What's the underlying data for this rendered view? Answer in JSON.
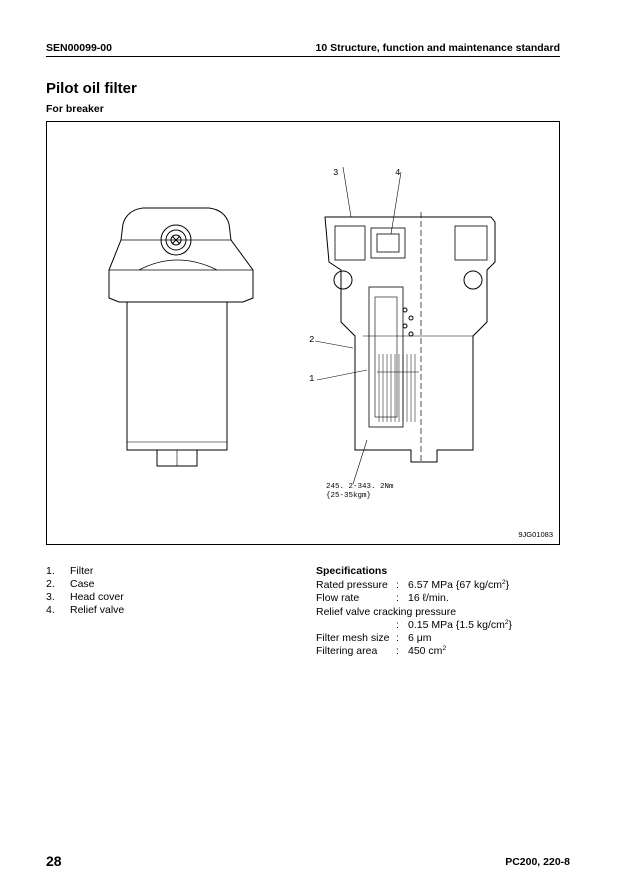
{
  "header": {
    "doc_code": "SEN00099-00",
    "section": "10 Structure, function and maintenance standard"
  },
  "title": "Pilot oil filter",
  "subtitle": "For breaker",
  "figure": {
    "code": "9JG01083",
    "callouts": [
      "1",
      "2",
      "3",
      "4"
    ],
    "torque_line1": "245. 2-343. 2Nm",
    "torque_line2": "{25-35kgm}"
  },
  "parts": [
    {
      "num": "1.",
      "name": "Filter"
    },
    {
      "num": "2.",
      "name": "Case"
    },
    {
      "num": "3.",
      "name": "Head cover"
    },
    {
      "num": "4.",
      "name": "Relief valve"
    }
  ],
  "specifications": {
    "title": "Specifications",
    "sep": ":",
    "rated_pressure": {
      "label": "Rated pressure",
      "value": "6.57 MPa {67 kg/cm",
      "sup": "2",
      "tail": "}"
    },
    "flow_rate": {
      "label": "Flow rate",
      "value": "16 ℓ/min."
    },
    "relief_label": "Relief valve cracking pressure",
    "relief_value": {
      "value": "0.15 MPa {1.5 kg/cm",
      "sup": "2",
      "tail": "}"
    },
    "mesh_size": {
      "label": "Filter mesh size",
      "value": "6 μm"
    },
    "filtering_area": {
      "label": "Filtering area",
      "value": "450 cm",
      "sup": "2"
    }
  },
  "footer": {
    "page_number": "28",
    "model": "PC200, 220-8"
  }
}
